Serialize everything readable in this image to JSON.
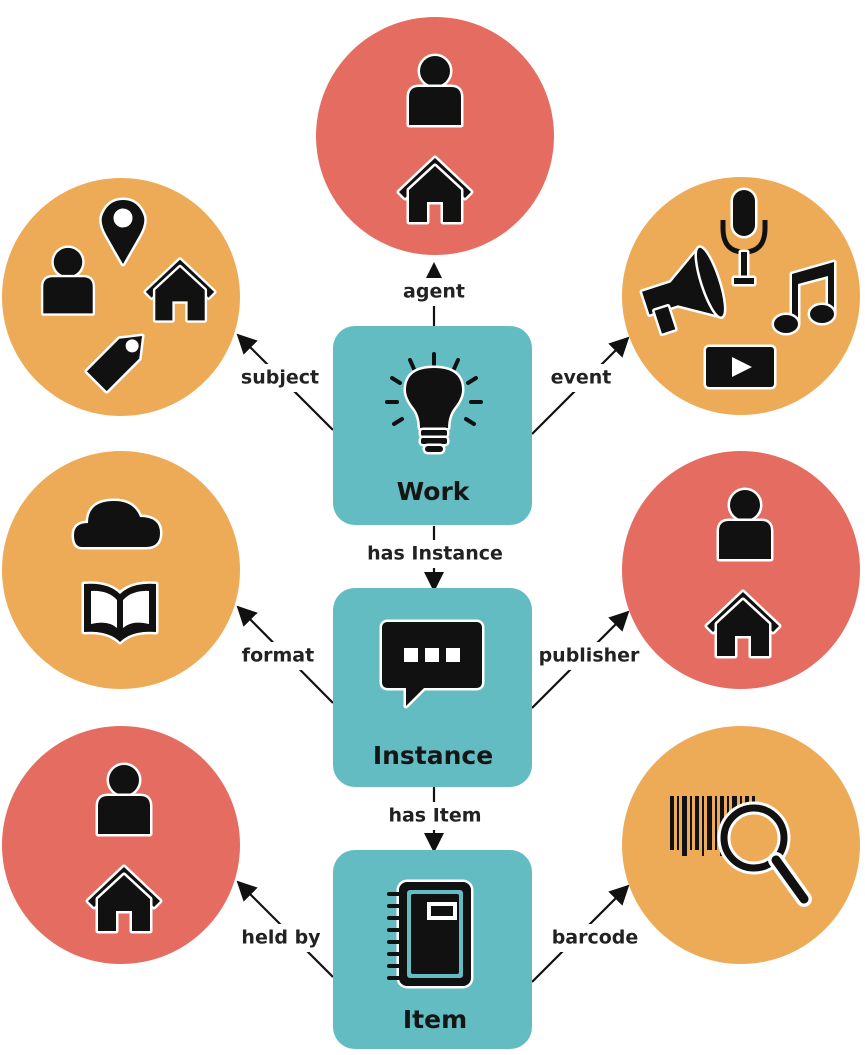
{
  "nodes": {
    "work": {
      "label": "Work"
    },
    "instance": {
      "label": "Instance"
    },
    "item": {
      "label": "Item"
    }
  },
  "edges": {
    "agent": "agent",
    "subject": "subject",
    "event": "event",
    "has_instance": "has Instance",
    "format": "format",
    "publisher": "publisher",
    "has_item": "has Item",
    "held_by": "held by",
    "barcode": "barcode"
  },
  "colors": {
    "box": "#62bcc2",
    "orange": "#edab57",
    "red": "#e56c60",
    "ink": "#111111",
    "line": "#111111"
  },
  "icons": {
    "work": "lightbulb-icon",
    "instance": "speech-bubble-icon",
    "item": "notebook-icon",
    "agent": [
      "person-icon",
      "house-icon"
    ],
    "subject": [
      "person-icon",
      "location-pin-icon",
      "house-icon",
      "tag-icon"
    ],
    "event": [
      "microphone-icon",
      "megaphone-icon",
      "music-note-icon",
      "video-play-icon"
    ],
    "format": [
      "cloud-icon",
      "open-book-icon"
    ],
    "publisher": [
      "person-icon",
      "house-icon"
    ],
    "held_by": [
      "person-icon",
      "house-icon"
    ],
    "barcode": [
      "barcode-icon",
      "magnifier-icon"
    ]
  }
}
